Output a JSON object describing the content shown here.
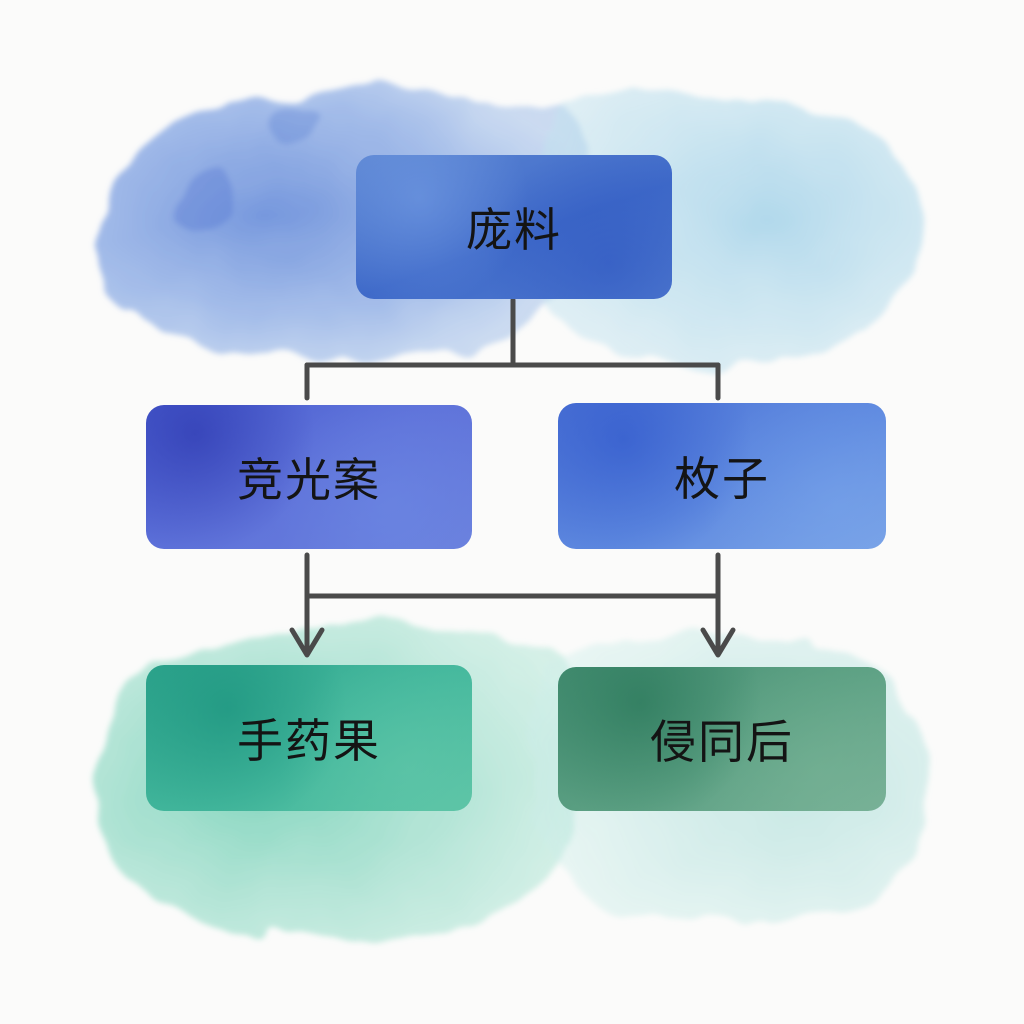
{
  "diagram": {
    "nodes": {
      "top": {
        "label": "庞料"
      },
      "mid_left": {
        "label": "竞光案"
      },
      "mid_right": {
        "label": "枚子"
      },
      "bot_left": {
        "label": "手药果"
      },
      "bot_right": {
        "label": "侵同后"
      }
    },
    "edges": [
      {
        "from": "top",
        "to": "mid_left",
        "arrow": false
      },
      {
        "from": "top",
        "to": "mid_right",
        "arrow": false
      },
      {
        "from": "mid_left",
        "to": "bot_left",
        "arrow": true
      },
      {
        "from": "mid_right",
        "to": "bot_right",
        "arrow": true
      },
      {
        "from": "mid_left",
        "to": "mid_right",
        "arrow": false
      }
    ]
  },
  "colors": {
    "wash_blue": "#6f95de",
    "wash_light_blue": "#a9d3e6",
    "wash_teal": "#7fd3bd",
    "connector": "#4a4a4a",
    "text": "#141414",
    "background": "#fbfbfa"
  }
}
